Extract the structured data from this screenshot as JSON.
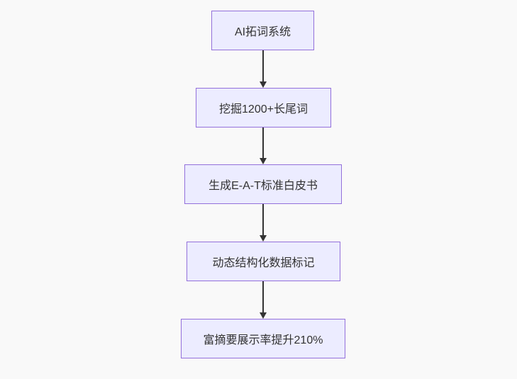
{
  "diagram": {
    "type": "flowchart",
    "direction": "top-down",
    "colors": {
      "page_background": "#f9f9f9",
      "node_fill": "#ECECFF",
      "node_border": "#9370DB",
      "node_text": "#333333",
      "arrow": "#333333"
    },
    "nodes": [
      {
        "label": "AI拓词系统"
      },
      {
        "label": "挖掘1200+长尾词"
      },
      {
        "label": "生成E-A-T标准白皮书"
      },
      {
        "label": "动态结构化数据标记"
      },
      {
        "label": "富摘要展示率提升210%"
      }
    ],
    "edges": [
      {
        "from": "AI拓词系统",
        "to": "挖掘1200+长尾词"
      },
      {
        "from": "挖掘1200+长尾词",
        "to": "生成E-A-T标准白皮书"
      },
      {
        "from": "生成E-A-T标准白皮书",
        "to": "动态结构化数据标记"
      },
      {
        "from": "动态结构化数据标记",
        "to": "富摘要展示率提升210%"
      }
    ]
  }
}
